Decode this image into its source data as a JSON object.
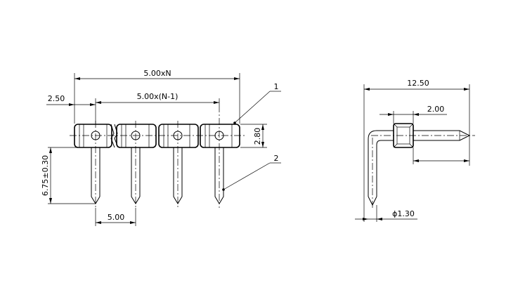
{
  "front_view": {
    "dim_total_width": "5.00xN",
    "dim_pitch_span": "5.00x(N-1)",
    "dim_offset": "2.50",
    "dim_body_height": "2.80",
    "dim_pin_length": "6.75±0.30",
    "dim_pin_pitch": "5.00",
    "callout_1": "1",
    "callout_2": "2"
  },
  "side_view": {
    "dim_total_length": "12.50",
    "dim_insulator": "2.00",
    "dim_pin_diameter": "ϕ1.30"
  }
}
